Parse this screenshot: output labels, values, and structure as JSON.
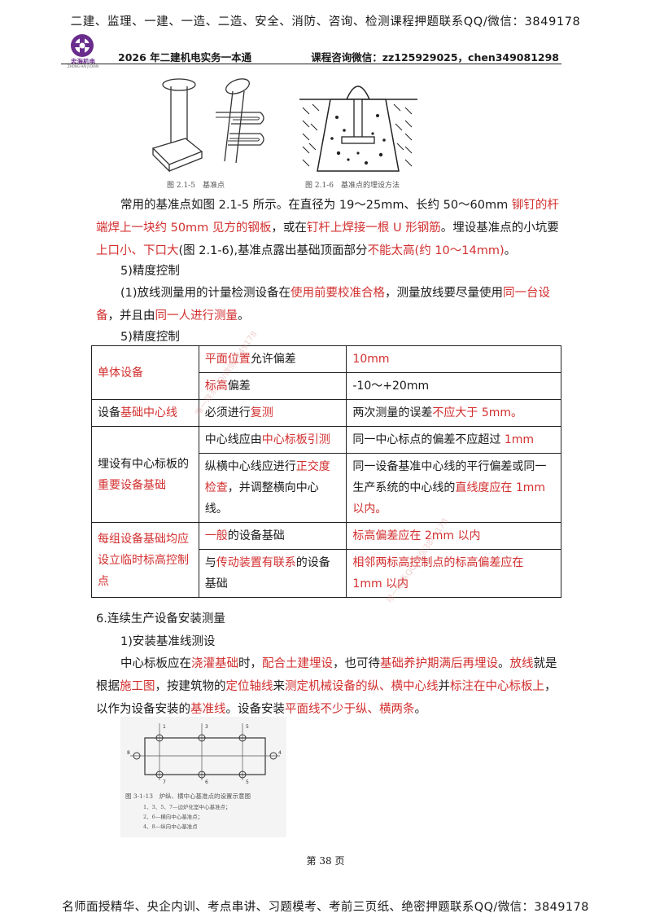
{
  "top_banner": "二建、监理、一建、一造、二造、安全、消防、咨询、检测课程押题联系QQ/微信：3849178",
  "logo": {
    "name": "忠海机电",
    "sub": "ZHONG HAI JI DIAN"
  },
  "header": {
    "left": "2026 年二建机电实务一本通",
    "right": "课程咨询微信：zz125929025，chen349081298"
  },
  "figures": {
    "fig1_caption": "图 2.1-5　基准点",
    "fig2_caption": "图 2.1-6　基准点的埋设方法",
    "fig3_caption": "图 3-1-13　炉纵、横中心基准点的设置示意图",
    "fig3_notes": [
      "1、3、5、7—边炉化室中心基准点；",
      "2、6—横向中心基准点；",
      "4、8—纵向中心基准点"
    ],
    "fig3_labels": {
      "top": [
        "1",
        "3",
        "5"
      ],
      "bottom": [
        "7",
        "6",
        "5"
      ],
      "left": "8",
      "right": "4"
    }
  },
  "para1": {
    "p1": "常用的基准点如图 2.1-5 所示。在直径为 19～25mm、长约 50～60mm ",
    "r1": "铆钉的杆端焊上一块约 50mm 见方的钢板",
    "p2": "，或在",
    "r2": "钉杆上焊接一根 U 形钢筋",
    "p3": "。埋设基准点的小坑要",
    "r3": "上口小、下口大",
    "p4": "(图 2.1-6),基准点露出基础顶面部分",
    "r4": "不能太高(约 10～14mm)",
    "p5": "。"
  },
  "sec5a": "5)精度控制",
  "para2": {
    "p1": "(1)放线测量用的计量检测设备在",
    "r1": "使用前要校准合格",
    "p2": "，测量放线要尽量使用",
    "r2": "同一台设备",
    "p3": "，并且由",
    "r3": "同一人进行测量",
    "p4": "。"
  },
  "sec5b": "5)精度控制",
  "table": {
    "r1": {
      "c1": "单体设备",
      "c2r": "平面位置",
      "c2": "允许偏差",
      "c3": "10mm"
    },
    "r2": {
      "c2r": "标高",
      "c2": "偏差",
      "c3": "-10～+20mm"
    },
    "r3": {
      "c1a": "设备",
      "c1r": "基础中心线",
      "c2a": "必须进行",
      "c2r": "复测",
      "c3a": "两次测量的误差",
      "c3r": "不应大于 5mm。"
    },
    "r4": {
      "c1a": "埋设有中心标板的",
      "c1r": "重要设备基础",
      "c2a": "中心线应由",
      "c2r": "中心标板引测",
      "c3a": "同一中心标点的偏差不应超过 ",
      "c3r": "1mm"
    },
    "r5": {
      "c2a": "纵横中心线应进行",
      "c2r": "正交度检查",
      "c2b": "，并调整横向中心线。",
      "c3a": "同一设备基准中心线的平行偏差或同一生产系统的中心线的",
      "c3r": "直线度应在 1mm 以内。"
    },
    "r6": {
      "c1r": "每组设备基础均应设立临时标高控制点",
      "c2r": "一般",
      "c2a": "的设备基础",
      "c3r": "标高偏差应在 2mm 以内"
    },
    "r7": {
      "c2a": "与",
      "c2r": "传动装置有联系",
      "c2b": "的设备基础",
      "c3r": "相邻两标高控制点的标高偏差应在 1mm 以内"
    }
  },
  "sec6": "6.连续生产设备安装测量",
  "sec6_1": "1)安装基准线测设",
  "para3": {
    "p1": "中心标板应在",
    "r1": "浇灌基础",
    "p2": "时，",
    "r2": "配合土建埋设",
    "p3": "，也可待",
    "r3": "基础养护期满后再埋设",
    "p4": "。",
    "r4": "放线",
    "p5": "就是根据",
    "r5": "施工图",
    "p6": "，按建筑物的",
    "r6": "定位轴线",
    "p7": "来",
    "r7": "测定机械设备的纵、横中心线",
    "p8": "并",
    "r8": "标注在中心标板上",
    "p9": "，以作为设备安装的",
    "r9": "基准线",
    "p10": "。设备安装",
    "r10": "平面线不少于纵、横两条",
    "p11": "。"
  },
  "page_number": "第 38 页",
  "bottom_banner": "名师面授精华、央企内训、考点串讲、习题模考、考前三页纸、绝密押题联系QQ/微信：3849178",
  "watermark": "唯一联系QQ/微信3849178",
  "colors": {
    "accent_red": "#d32f2f",
    "logo_purple": "#6a2c8c"
  }
}
